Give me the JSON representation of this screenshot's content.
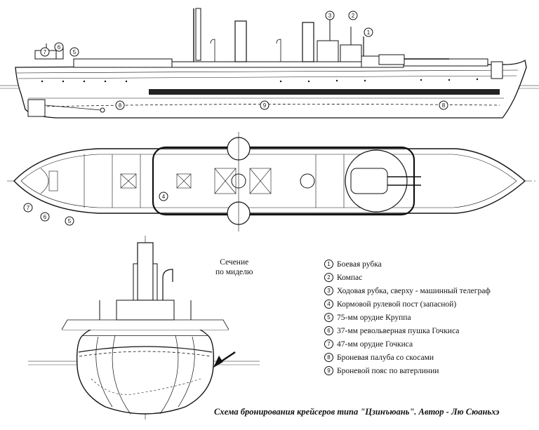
{
  "section_label": [
    "Сечение",
    "по миделю"
  ],
  "legend": [
    {
      "num": "1",
      "text": "Боевая рубка"
    },
    {
      "num": "2",
      "text": "Компас"
    },
    {
      "num": "3",
      "text": "Ходовая рубка, сверху - машинный телеграф"
    },
    {
      "num": "4",
      "text": "Кормовой рулевой пост (запасной)"
    },
    {
      "num": "5",
      "text": "75-мм орудие Круппа"
    },
    {
      "num": "6",
      "text": "37-мм револьверная пушка Гочкиса"
    },
    {
      "num": "7",
      "text": "47-мм орудие Гочкиса"
    },
    {
      "num": "8",
      "text": "Броневая палуба со скосами"
    },
    {
      "num": "9",
      "text": "Броневой пояс по ватерлинии"
    }
  ],
  "profile_callouts": [
    "7",
    "6",
    "5",
    "3",
    "2",
    "1",
    "8",
    "9",
    "8"
  ],
  "plan_callouts": [
    "4",
    "7",
    "6",
    "5"
  ],
  "caption": "Схема бронирования крейсеров типа \"Цзинъюань\". Автор - Лю Сюаньхэ"
}
